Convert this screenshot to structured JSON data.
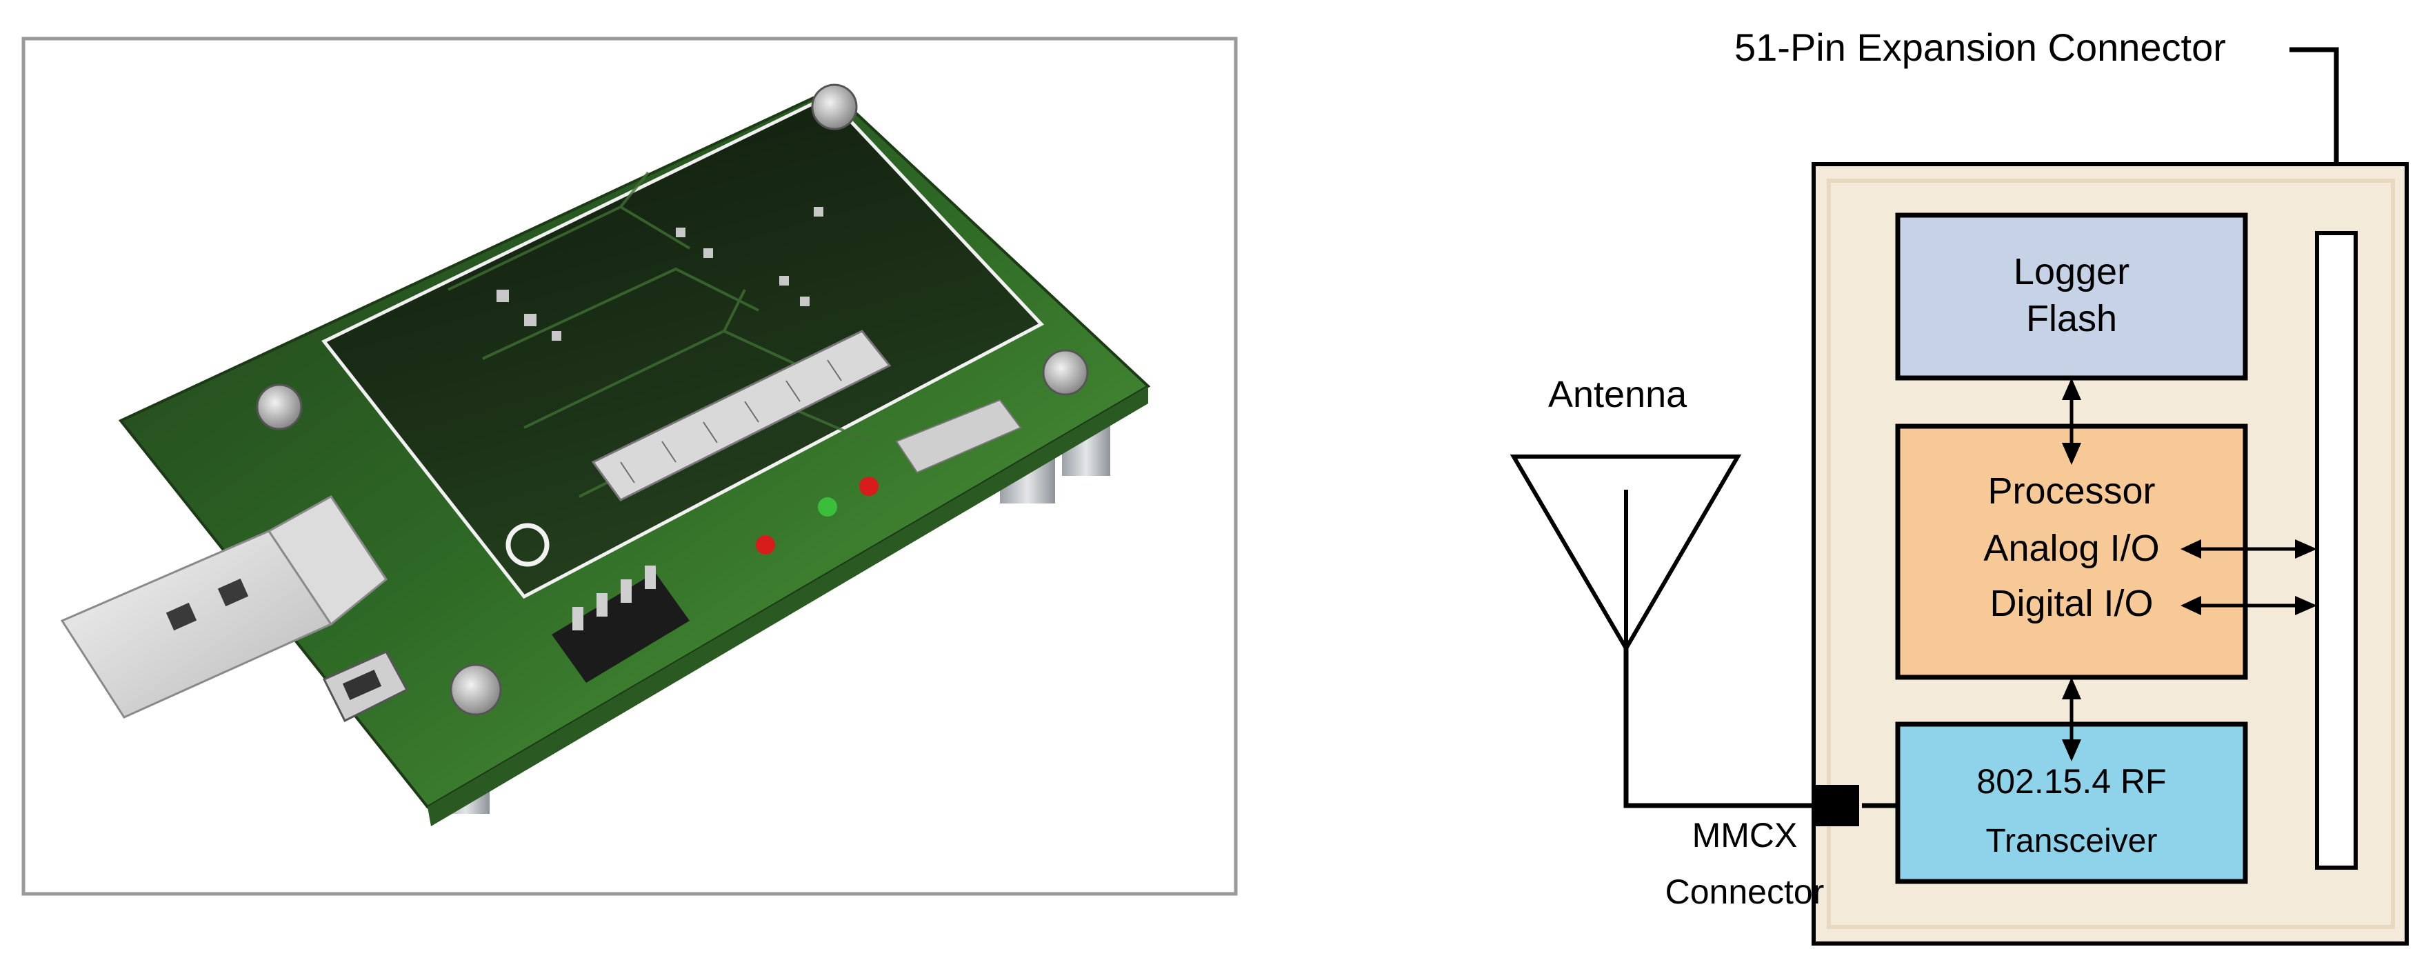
{
  "colors": {
    "board_bg": "#f3ead9",
    "logger_fill": "#c6d3e6",
    "processor_fill": "#f6c996",
    "rf_fill": "#8fd3ea",
    "stroke": "#000000",
    "pcb_green": "#3f8f2f",
    "photo_border": "#9a9a9a"
  },
  "photo": {
    "subject": "circuit-board-with-usb-connector"
  },
  "diagram": {
    "expansion_label": "51-Pin Expansion Connector",
    "antenna_label": "Antenna",
    "mmcx_line1": "MMCX",
    "mmcx_line2": "Connector",
    "logger_line1": "Logger",
    "logger_line2": "Flash",
    "processor_line1": "Processor",
    "processor_line2": "Analog I/O",
    "processor_line3": "Digital I/O",
    "rf_line1": "802.15.4 RF",
    "rf_line2": "Transceiver"
  }
}
